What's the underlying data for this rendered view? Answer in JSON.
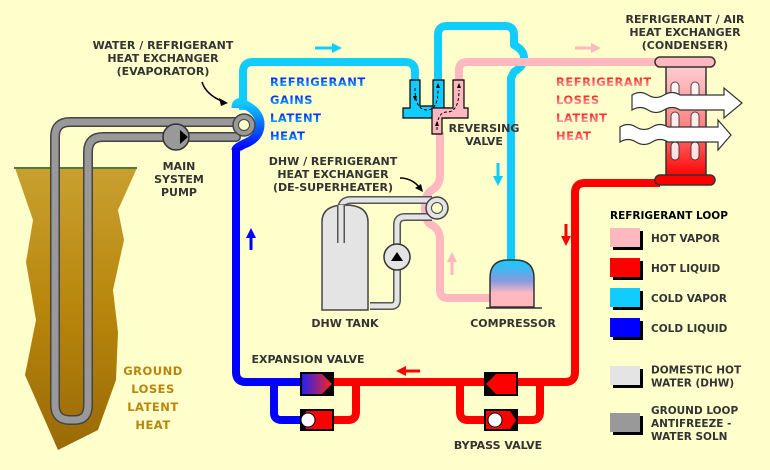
{
  "title": "Geothermal heat pump refrigerant loop diagram",
  "colors": {
    "background": "#ffffcc",
    "hot_vapor": "#ffb8c0",
    "hot_liquid": "#ff0000",
    "cold_vapor": "#11ccff",
    "cold_liquid": "#0000ff",
    "dhw": "#e4e4e4",
    "ground_loop": "#999999",
    "ground": "#b8860b",
    "label_text": "#333333"
  },
  "labels": {
    "evaporator": [
      "WATER / REFRIGERANT",
      "HEAT EXCHANGER",
      "(EVAPORATOR)"
    ],
    "condenser": [
      "REFRIGERANT / AIR",
      "HEAT EXCHANGER",
      "(CONDENSER)"
    ],
    "desuperheater": [
      "DHW / REFRIGERANT",
      "HEAT EXCHANGER",
      "(DE-SUPERHEATER)"
    ],
    "main_pump": [
      "MAIN",
      "SYSTEM",
      "PUMP"
    ],
    "reversing_valve": [
      "REVERSING",
      "VALVE"
    ],
    "dhw_tank": "DHW TANK",
    "compressor": "COMPRESSOR",
    "expansion_valve": "EXPANSION VALVE",
    "bypass_valve": "BYPASS VALVE",
    "gains": [
      "REFRIGERANT",
      "GAINS",
      "LATENT",
      "HEAT"
    ],
    "loses": [
      "REFRIGERANT",
      "LOSES",
      "LATENT",
      "HEAT"
    ],
    "ground": [
      "GROUND",
      "LOSES",
      "LATENT",
      "HEAT"
    ]
  },
  "legend": {
    "title": "REFRIGERANT LOOP",
    "items": [
      {
        "label": [
          "HOT VAPOR"
        ],
        "color": "#ffb8c0"
      },
      {
        "label": [
          "HOT LIQUID"
        ],
        "color": "#ff0000"
      },
      {
        "label": [
          "COLD VAPOR"
        ],
        "color": "#11ccff"
      },
      {
        "label": [
          "COLD LIQUID"
        ],
        "color": "#0000ff"
      },
      {
        "label": [
          "DOMESTIC HOT",
          "WATER (DHW)"
        ],
        "color": "#e4e4e4"
      },
      {
        "label": [
          "GROUND LOOP",
          "ANTIFREEZE -",
          "WATER SOLN"
        ],
        "color": "#999999"
      }
    ]
  }
}
